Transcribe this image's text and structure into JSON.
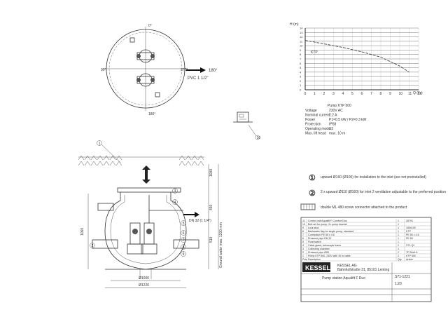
{
  "top_view": {
    "top_angle": "0°",
    "bottom_angle": "180°",
    "left_angle": "90°",
    "right_angle": "270°",
    "outlet_label": "PVC 1 1/2\"",
    "outlet_angle": "180°"
  },
  "chart": {
    "y_axis_label": "H (m)",
    "x_axis_label": "Q (l/s)",
    "curve_label": "KTP",
    "y_ticks": [
      "14",
      "13",
      "12",
      "11",
      "10",
      "9",
      "8",
      "7",
      "6",
      "5",
      "4",
      "3",
      "2",
      "1",
      "0"
    ],
    "x_ticks": [
      "0",
      "1",
      "2",
      "3",
      "4",
      "5",
      "6",
      "7",
      "8",
      "9",
      "10",
      "11",
      "12"
    ],
    "chart_data": {
      "type": "line",
      "x": [
        0,
        2,
        4,
        6,
        8,
        10,
        11
      ],
      "y": [
        11.2,
        10.4,
        9.6,
        8.6,
        7.4,
        5.4,
        4.0
      ],
      "xlim": [
        0,
        12
      ],
      "ylim": [
        0,
        14
      ],
      "xlabel": "Q (l/s)",
      "ylabel": "H (m)",
      "grid": true
    }
  },
  "specs": {
    "title": "Pump KTP 500",
    "rows": [
      {
        "label": "Voltage",
        "value": "230V AC"
      },
      {
        "label": "Nominal current",
        "value": "2.2 A"
      },
      {
        "label": "Power",
        "value": "P1=0.5 kW / P2=0.3 kW"
      },
      {
        "label": "Protection",
        "value": "IP68"
      },
      {
        "label": "Operating mode",
        "value": "S3"
      },
      {
        "label": "Max. lift head",
        "value": "max. 10 m"
      }
    ]
  },
  "control_box": {
    "callout": "10"
  },
  "notes": [
    {
      "symbol": "①",
      "text": "upward Ø160 (Ø100) for installation to the inlet (are not preinstalled)"
    },
    {
      "symbol": "②",
      "text": "2 x upward Ø110 (Ø160) for inlet 2 ventilation adjustable to the preferred position"
    },
    {
      "symbol": "",
      "text": "double ML 480 screw connector attached to the product"
    }
  ],
  "section_view": {
    "outlet_label": "DN 32 (1 1/4\")",
    "dim_top": "1000",
    "dim_height": "1060",
    "dim_depth": "460",
    "dim_base": "510",
    "dim_inner": "Ø1000",
    "dim_outer": "Ø1220",
    "ground_label": "Ground water max. 1200 mm",
    "callouts": [
      "1",
      "2",
      "3",
      "4",
      "5",
      "6",
      "7",
      "8",
      "9"
    ]
  },
  "parts_list": {
    "rows": [
      {
        "pos": "11",
        "name": "Control unit Aqualift F Comfort Duo",
        "qty": "1",
        "art": "28791"
      },
      {
        "pos": "10",
        "name": "Bolt set for pump, 2x pump bracket",
        "qty": "1",
        "art": ""
      },
      {
        "pos": "9",
        "name": "Lock stud",
        "qty": "1",
        "art": "150x100"
      },
      {
        "pos": "8",
        "name": "Backwater flap for single pump, standard",
        "qty": "1",
        "art": "KTP"
      },
      {
        "pos": "7",
        "name": "Connection PE 50 x 4.6",
        "qty": "1",
        "art": "PE 50 x 4.6"
      },
      {
        "pos": "6",
        "name": "Pressure pipe DN 32",
        "qty": "1",
        "art": "PE 50"
      },
      {
        "pos": "5",
        "name": "Float switch",
        "qty": "1",
        "art": ""
      },
      {
        "pos": "4",
        "name": "Cable gland, telescopic frame",
        "qty": "2",
        "art": "S71-Q1"
      },
      {
        "pos": "3",
        "name": "Collecting chamber",
        "qty": "1",
        "art": ""
      },
      {
        "pos": "2",
        "name": "Pressure pipe Ø50",
        "qty": "2",
        "art": "TP 50x4.6"
      },
      {
        "pos": "1",
        "name": "Pump KTP 500, 230V with 10 m cable",
        "qty": "2",
        "art": "KTP 500"
      },
      {
        "pos": "Pos.",
        "name": "Description",
        "qty": "Qty.",
        "art": "Article"
      }
    ]
  },
  "title_block": {
    "brand": "KESSEL",
    "doc_title": "Pump station Aqualift F Duo",
    "doc_number": "S71-1221",
    "scale": "1:20",
    "company": "KESSEL AG",
    "address": "Bahnhofstraße 31, 85101 Lenting"
  }
}
